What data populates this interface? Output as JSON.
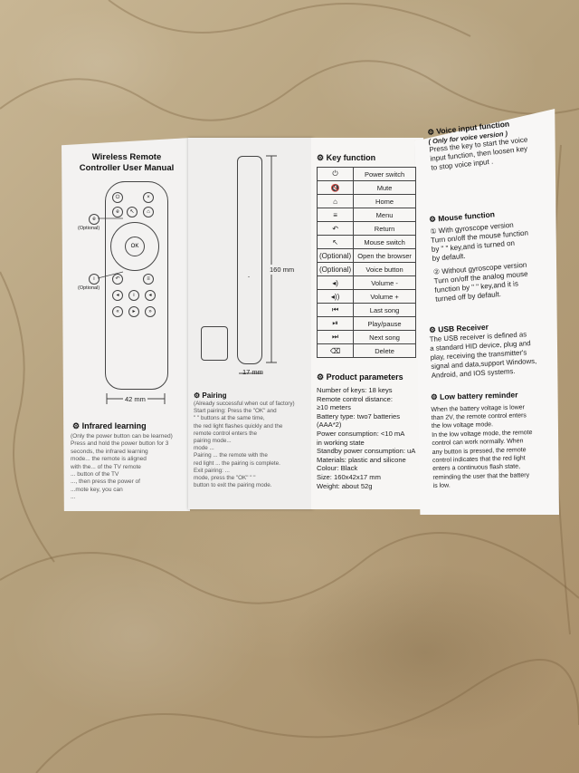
{
  "panel1": {
    "title_line1": "Wireless Remote",
    "title_line2": "Controller User Manual",
    "optional_label_1": "(Optional)",
    "optional_label_2": "(Optional)",
    "ok_label": "OK",
    "width_dim": "42 mm",
    "ir_heading": "Infrared learning",
    "ir_text": [
      "(Only the power button can be learned)",
      "Press and hold the power button for 3",
      "seconds, the infrared learning",
      "mode... the remote is aligned",
      "with the... of the TV remote",
      "... button of the TV",
      "..., then press the power of",
      "...mote key, you can",
      "..."
    ]
  },
  "panel2": {
    "height_dim": "160 mm",
    "depth_dim": "17 mm",
    "pairing_heading": "Pairing",
    "pairing_text": [
      "(Already successful when out of factory)",
      "Start pairing: Press the \"OK\" and",
      "\"  \" buttons at the same time,",
      "the red light flashes quickly and the",
      "remote control enters the",
      "pairing mode...",
      "mode ...",
      "Pairing ... the remote with the",
      "red light ... the pairing is complete.",
      "Exit pairing: ...",
      "mode, press the \"OK\" \"   \"",
      "button to exit the pairing mode."
    ]
  },
  "panel3": {
    "key_heading": "Key function",
    "keys": [
      {
        "icon": "⏻",
        "label": "Power switch"
      },
      {
        "icon": "🔇",
        "label": "Mute"
      },
      {
        "icon": "⌂",
        "label": "Home"
      },
      {
        "icon": "≡",
        "label": "Menu"
      },
      {
        "icon": "↶",
        "label": "Return"
      },
      {
        "icon": "↖",
        "label": "Mouse switch"
      },
      {
        "icon": "(Optional)",
        "label": "Open the browser"
      },
      {
        "icon": "(Optional)",
        "label": "Voice button"
      },
      {
        "icon": "◂)",
        "label": "Volume -"
      },
      {
        "icon": "◂))",
        "label": "Volume +"
      },
      {
        "icon": "⏮",
        "label": "Last song"
      },
      {
        "icon": "⏯",
        "label": "Play/pause"
      },
      {
        "icon": "⏭",
        "label": "Next song"
      },
      {
        "icon": "⌫",
        "label": "Delete"
      }
    ],
    "params_heading": "Product parameters",
    "params": [
      "Number of keys: 18 keys",
      "Remote control distance:",
      "≥10 meters",
      "Battery type: two7 batteries",
      "(AAA*2)",
      "Power consumption: <10 mA",
      "in working state",
      "Standby power consumption: uA",
      "Materials: plastic and silicone",
      "Colour: Black",
      "Size: 160x42x17 mm",
      "Weight: about 52g"
    ]
  },
  "panel4": {
    "voice_heading": "Voice input function",
    "voice_sub": "( Only for voice version )",
    "voice_text": [
      "Press the  key to start the voice",
      "input function, then loosen  key",
      "to stop voice input ."
    ],
    "mouse_heading": "Mouse function",
    "mouse_text_1": [
      "① With gyroscope version",
      "Turn on/off the mouse function",
      "by \"  \" key,and is turned on",
      "by default."
    ],
    "mouse_text_2": [
      "② Without gyroscope version",
      "Turn on/off the analog mouse",
      "function by \"  \" key,and it is",
      "turned off by default."
    ],
    "usb_heading": "USB Receiver",
    "usb_text": [
      "The USB receiver is defined as",
      "a standard HID device, plug and",
      "play, receiving the transmitter's",
      "signal and data,support Windows,",
      "Android, and IOS systems."
    ],
    "battery_heading": "Low battery reminder",
    "battery_text": [
      "When the battery voltage is lower",
      "than 2V, the remote control enters",
      "the low voltage mode.",
      "In the low voltage mode, the remote",
      "control can work normally. When",
      "any button is pressed, the remote",
      "control indicates that the red light",
      "enters a continuous flash state,",
      "reminding the user that the battery",
      "is low."
    ]
  }
}
